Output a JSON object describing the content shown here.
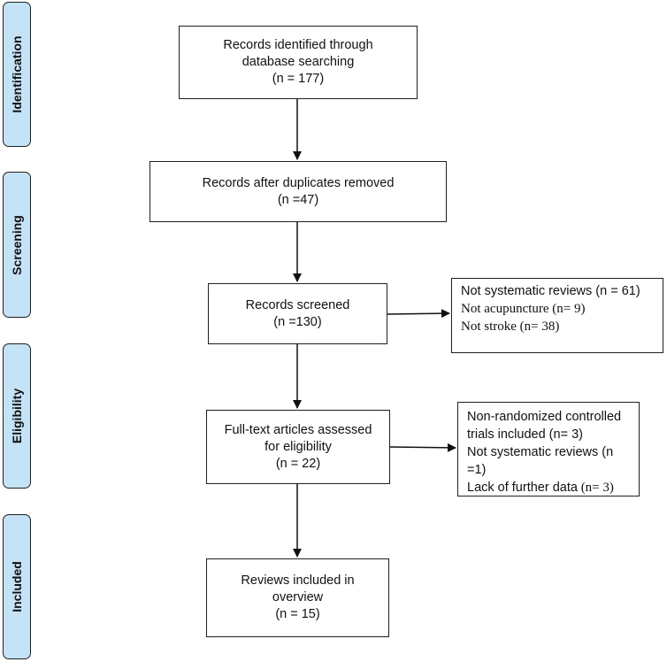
{
  "stages": {
    "identification": "Identification",
    "screening": "Screening",
    "eligibility": "Eligibility",
    "included": "Included"
  },
  "boxes": {
    "identified": {
      "line1": "Records identified through",
      "line2": "database searching",
      "line3": "(n = 177)"
    },
    "duplicates": {
      "line1": "Records after duplicates removed",
      "line2": "(n =47)"
    },
    "screened": {
      "line1": "Records screened",
      "line2": "(n =130)"
    },
    "fulltext": {
      "line1": "Full-text articles assessed",
      "line2": "for eligibility",
      "line3": "(n = 22)"
    },
    "included": {
      "line1": "Reviews included in",
      "line2": "overview",
      "line3": "(n = 15)"
    }
  },
  "exclusions_screening": {
    "line1": "Not systematic reviews (n = 61)",
    "line2": "Not acupuncture (n= 9)",
    "line3": "Not stroke (n= 38)"
  },
  "exclusions_eligibility": {
    "line1": "Non-randomized controlled",
    "line2": "trials included (n= 3)",
    "line3": "Not systematic reviews (n =1)",
    "line4a": "Lack of further data",
    "line4b": " (n= 3)"
  }
}
